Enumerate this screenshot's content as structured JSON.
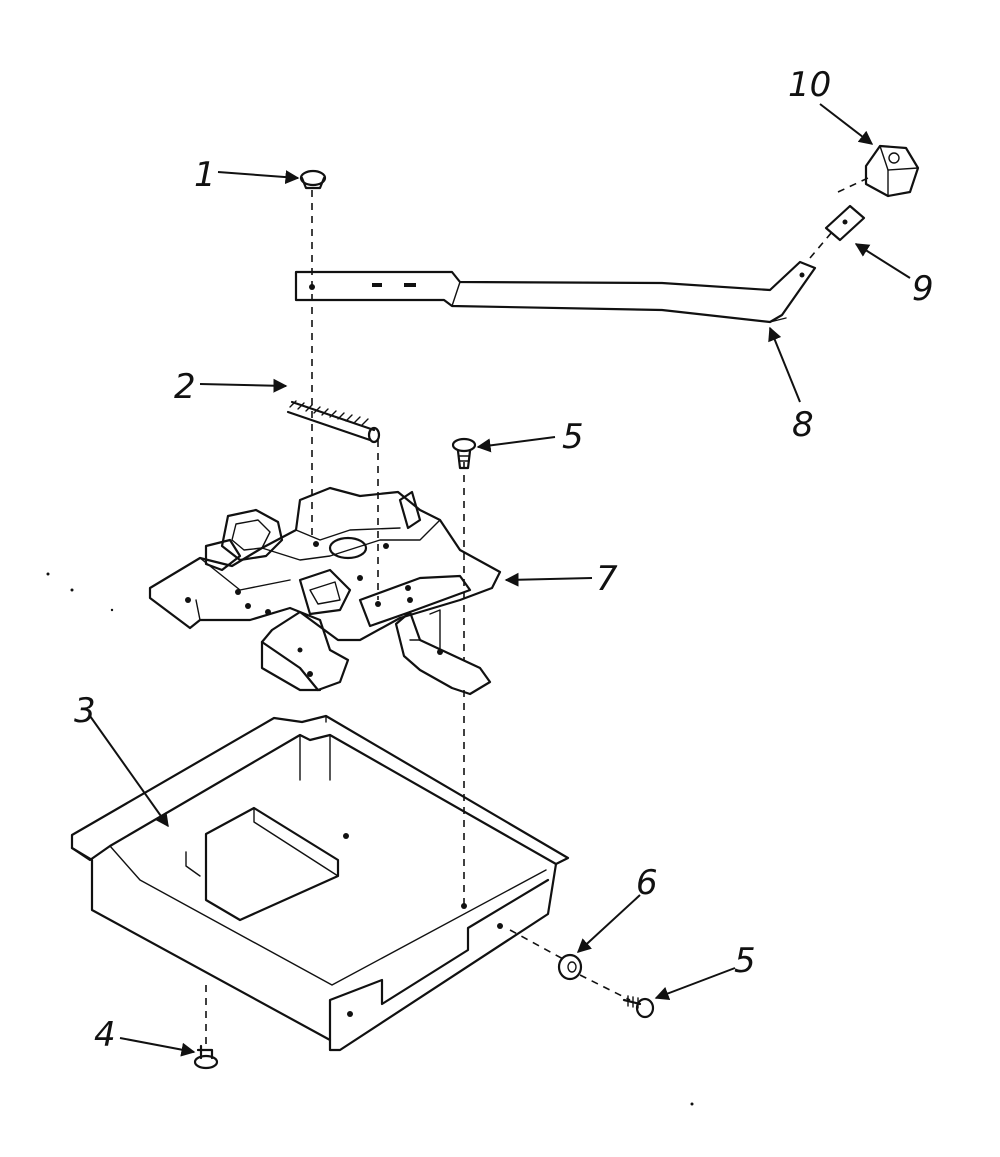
{
  "callouts": [
    {
      "id": "c1",
      "text": "1"
    },
    {
      "id": "c2",
      "text": "2"
    },
    {
      "id": "c3",
      "text": "3"
    },
    {
      "id": "c4",
      "text": "4"
    },
    {
      "id": "c5a",
      "text": "5"
    },
    {
      "id": "c5b",
      "text": "5"
    },
    {
      "id": "c6",
      "text": "6"
    },
    {
      "id": "c7",
      "text": "7"
    },
    {
      "id": "c8",
      "text": "8"
    },
    {
      "id": "c9",
      "text": "9"
    },
    {
      "id": "c10",
      "text": "10"
    }
  ],
  "colors": {
    "ink": "#111111",
    "paper": "#ffffff"
  }
}
